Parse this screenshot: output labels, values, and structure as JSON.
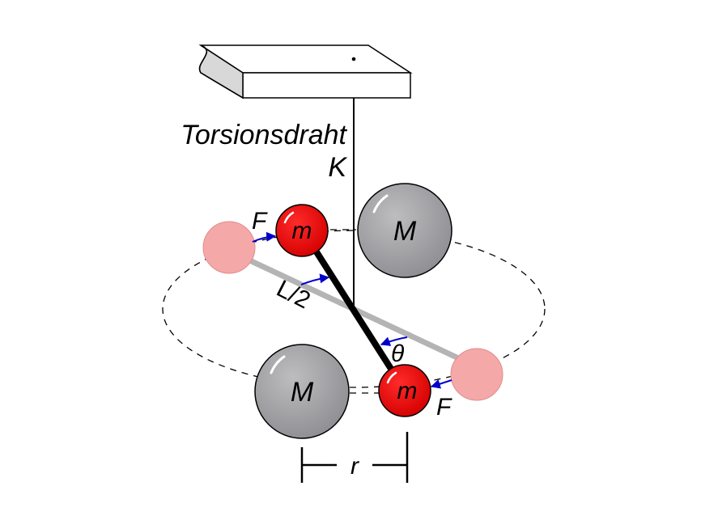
{
  "labels": {
    "torsion_wire": "Torsionsdraht",
    "torsion_constant": "K",
    "force_left": "F",
    "force_right": "F",
    "small_mass_top": "m",
    "small_mass_bottom": "m",
    "large_mass_top": "M",
    "large_mass_bottom": "M",
    "half_length": "L/2",
    "angle": "θ",
    "distance": "r"
  },
  "colors": {
    "small_mass": "#ee1111",
    "small_mass_ghost": "#f5a8a8",
    "large_mass": "#a3a3a6",
    "arrows": "#0000cc",
    "rod": "#000000",
    "rod_ghost": "#b0b0b0"
  }
}
